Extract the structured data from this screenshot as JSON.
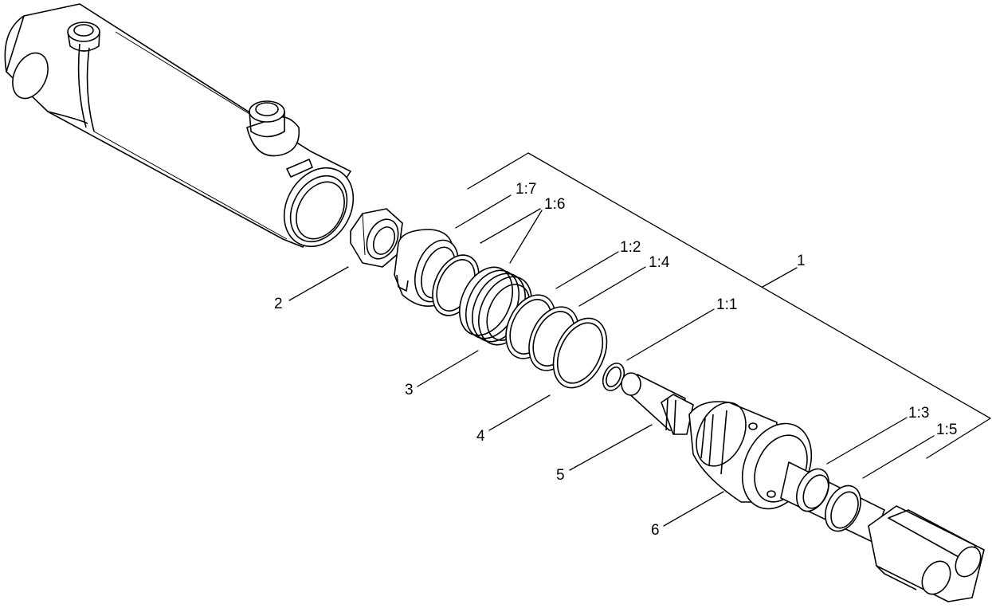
{
  "callouts": {
    "c1": "1",
    "c1_1": "1:1",
    "c1_2": "1:2",
    "c1_3": "1:3",
    "c1_4": "1:4",
    "c1_5": "1:5",
    "c1_6": "1:6",
    "c1_7": "1:7",
    "c2": "2",
    "c3": "3",
    "c4": "4",
    "c5": "5",
    "c6": "6"
  }
}
